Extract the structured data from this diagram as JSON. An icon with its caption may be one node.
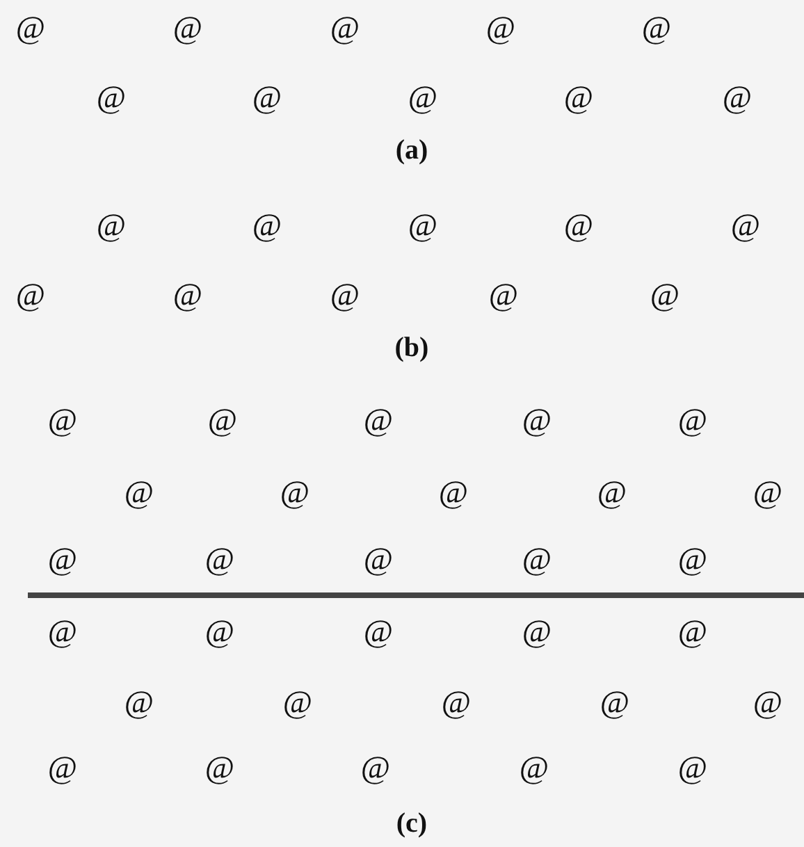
{
  "diagram": {
    "labels": [
      "@",
      "@",
      "@",
      "@",
      "@",
      "@",
      "@",
      "@",
      "@",
      "@",
      "(a)",
      "@",
      "@",
      "@",
      "@",
      "@",
      "@",
      "@",
      "@",
      "@",
      "@",
      "(b)",
      "@",
      "@",
      "@",
      "@",
      "@",
      "@",
      "@",
      "@",
      "@",
      "@",
      "@",
      "@",
      "@",
      "@",
      "@",
      "@",
      "@",
      "@",
      "@",
      "@",
      "@",
      "@",
      "@",
      "@",
      "@",
      "@",
      "@",
      "@",
      "@",
      "@",
      "(c)"
    ]
  }
}
